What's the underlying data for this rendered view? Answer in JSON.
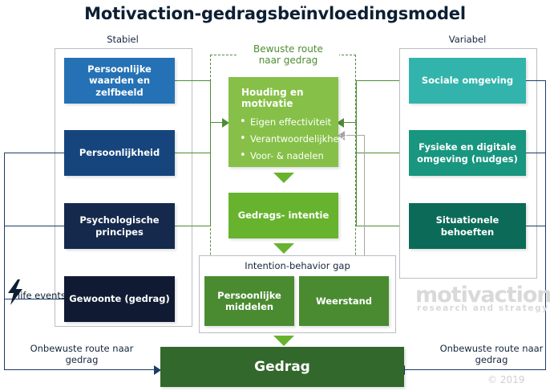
{
  "title": "Motivaction-gedragsbeïnvloedingsmodel",
  "columns": {
    "left_caption": "Stabiel",
    "right_caption": "Variabel"
  },
  "left_boxes": [
    {
      "label": "Persoonlijke waarden en zelfbeeld",
      "color": "#2571b5"
    },
    {
      "label": "Persoonlijkheid",
      "color": "#16457e"
    },
    {
      "label": "Psychologische principes",
      "color": "#15294d"
    },
    {
      "label": "Gewoonte (gedrag)",
      "color": "#101b33"
    }
  ],
  "right_boxes": [
    {
      "label": "Sociale omgeving",
      "color": "#32b4ac"
    },
    {
      "label": "Fysieke en digitale omgeving (nudges)",
      "color": "#18967f"
    },
    {
      "label": "Situationele behoeften",
      "color": "#0b6b58"
    }
  ],
  "center": {
    "conscious_route_label": "Bewuste route naar gedrag",
    "attitude": {
      "heading": "Houding en motivatie",
      "bullets": [
        "Eigen effectiviteit",
        "Verantwoordelijkheid",
        "Voor- & nadelen"
      ],
      "color": "#86c048"
    },
    "intention": {
      "label": "Gedrags- intentie",
      "color": "#67b32e"
    },
    "gap": {
      "title": "Intention-behavior gap",
      "items": [
        {
          "label": "Persoonlijke middelen",
          "color": "#4a8b31"
        },
        {
          "label": "Weerstand",
          "color": "#4a8b31"
        }
      ]
    }
  },
  "behavior": {
    "label": "Gedrag",
    "color": "#33682c"
  },
  "unconscious_route": {
    "left_label": "Onbewuste route naar gedrag",
    "right_label": "Onbewuste route naar gedrag"
  },
  "life_events": {
    "label": "life events",
    "icon": "lightning-bolt-icon"
  },
  "watermark": {
    "brand": "motivaction",
    "tagline": "research and strategy",
    "copyright": "© 2019"
  },
  "colors": {
    "green_line": "#4e8c33",
    "navy_line": "#1b3d66",
    "grey_line": "#a6a6a6",
    "frame": "#b9bec4",
    "title": "#0d1f33"
  }
}
